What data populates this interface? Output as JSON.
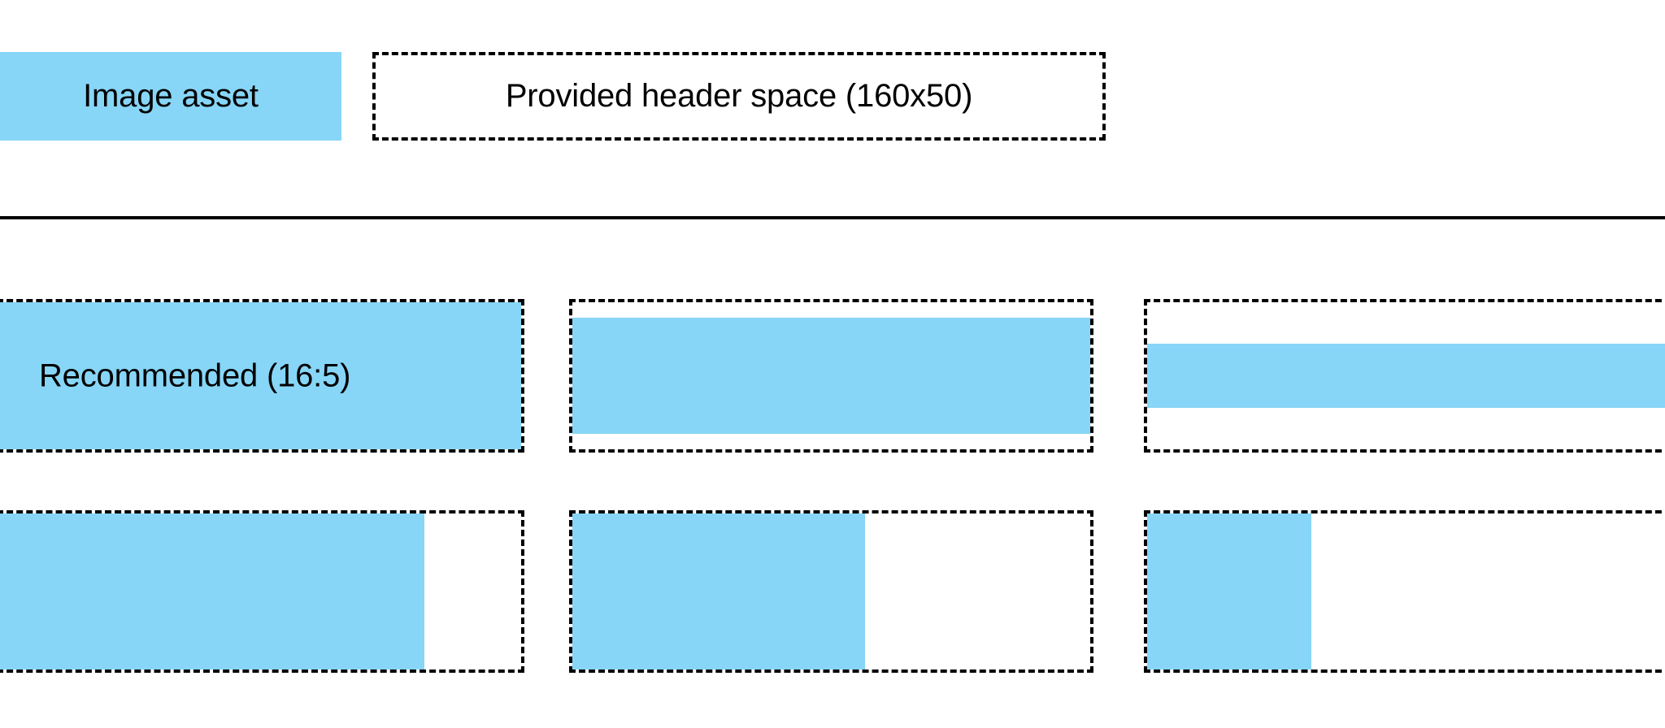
{
  "header": {
    "image_asset_label": "Image asset",
    "header_space_label": "Provided header space (160x50)"
  },
  "colors": {
    "asset_fill": "#87d6f7",
    "outline": "#000000",
    "background": "#ffffff"
  },
  "grid": {
    "rows": [
      {
        "row_name": "recommended-ratios",
        "cells": [
          {
            "label": "Recommended (16:5)",
            "fill": "full"
          },
          {
            "label": "",
            "fill": "letterbox-tall"
          },
          {
            "label": "",
            "fill": "letterbox-short"
          }
        ]
      },
      {
        "row_name": "width-variants",
        "cells": [
          {
            "label": "",
            "fill": "wide"
          },
          {
            "label": "",
            "fill": "medium"
          },
          {
            "label": "",
            "fill": "narrow"
          }
        ]
      }
    ]
  }
}
